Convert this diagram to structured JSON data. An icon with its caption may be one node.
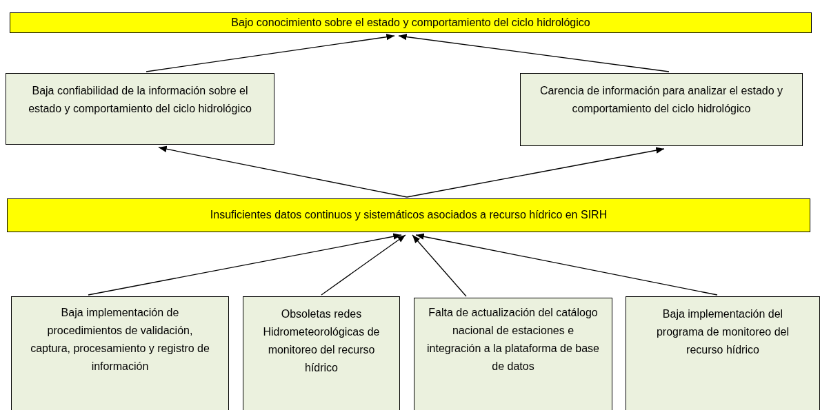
{
  "diagram": {
    "nodes": [
      {
        "text": [
          "Bajo conocimiento sobre el estado y comportamiento del ciclo hidrológico"
        ]
      },
      {
        "text": [
          "Baja confiabilidad de la información sobre el estado y comportamiento del ciclo hidrológico"
        ]
      },
      {
        "text": [
          "Carencia de información para analizar el estado y comportamiento del ciclo hidrológico"
        ]
      },
      {
        "text": [
          "Insuficientes datos continuos y sistemáticos asociados a recurso hídrico en SIRH"
        ]
      },
      {
        "text": [
          "Baja implementación de procedimientos de validación, captura, procesamiento y registro de información"
        ]
      },
      {
        "text": [
          "Obsoletas redes Hidrometeorológicas de monitoreo del recurso hídrico"
        ]
      },
      {
        "text": [
          "Falta de actualización del catálogo nacional de estaciones e integración a la plataforma de base de datos"
        ]
      },
      {
        "text": [
          "Baja implementación del programa de monitoreo del recurso hídrico"
        ]
      }
    ],
    "edges": [
      {
        "from": 1,
        "to": 0,
        "arrow": "to"
      },
      {
        "from": 2,
        "to": 0,
        "arrow": "to"
      },
      {
        "from": 3,
        "to": 1,
        "arrow": "to"
      },
      {
        "from": 3,
        "to": 2,
        "arrow": "to"
      },
      {
        "from": 4,
        "to": 3,
        "arrow": "to"
      },
      {
        "from": 5,
        "to": 3,
        "arrow": "to"
      },
      {
        "from": 6,
        "to": 3,
        "arrow": "to"
      },
      {
        "from": 7,
        "to": 3,
        "arrow": "to"
      }
    ]
  }
}
